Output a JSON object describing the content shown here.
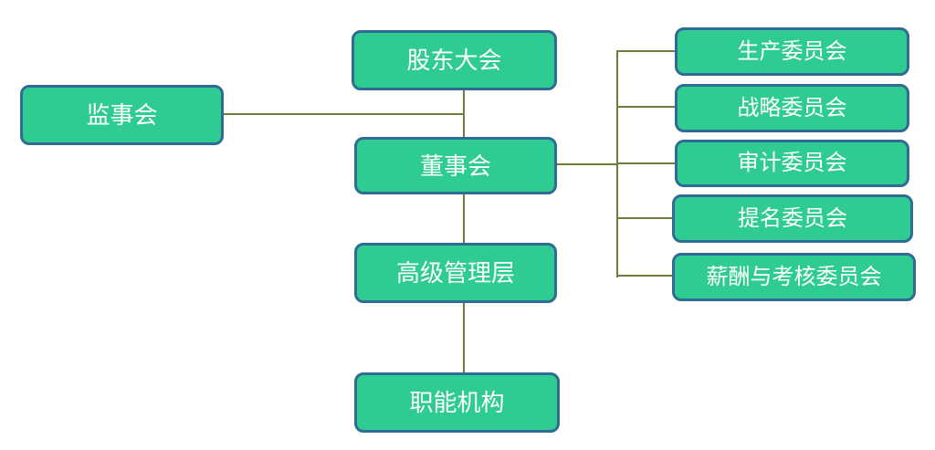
{
  "org_chart": {
    "description": "Corporate governance organization chart",
    "nodes": {
      "shareholders_meeting": {
        "label": "股东大会"
      },
      "supervisory_board": {
        "label": "监事会"
      },
      "board_of_directors": {
        "label": "董事会"
      },
      "senior_management": {
        "label": "高级管理层"
      },
      "functional_departments": {
        "label": "职能机构"
      },
      "production_committee": {
        "label": "生产委员会"
      },
      "strategy_committee": {
        "label": "战略委员会"
      },
      "audit_committee": {
        "label": "审计委员会"
      },
      "nomination_committee": {
        "label": "提名委员会"
      },
      "remuneration_assessment_committee": {
        "label": "薪酬与考核委员会"
      }
    },
    "edges": [
      {
        "from": "股东大会",
        "to": "董事会"
      },
      {
        "from": "监事会",
        "to": "董事会"
      },
      {
        "from": "董事会",
        "to": "高级管理层"
      },
      {
        "from": "高级管理层",
        "to": "职能机构"
      },
      {
        "from": "董事会",
        "to": "生产委员会"
      },
      {
        "from": "董事会",
        "to": "战略委员会"
      },
      {
        "from": "董事会",
        "to": "审计委员会"
      },
      {
        "from": "董事会",
        "to": "提名委员会"
      },
      {
        "from": "董事会",
        "to": "薪酬与考核委员会"
      }
    ],
    "colors": {
      "node_fill": "#2ecc90",
      "node_border": "#2f6b94",
      "connector": "#6b7f3a",
      "node_text": "#ffffff",
      "background": "#ffffff"
    }
  }
}
